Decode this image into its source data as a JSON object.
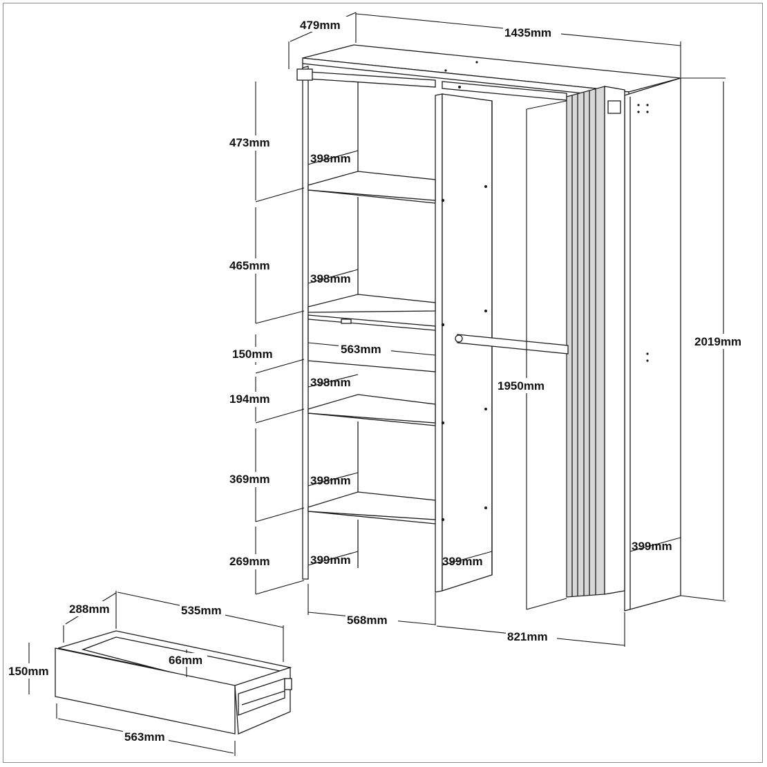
{
  "colors": {
    "line": "#1a1a1a",
    "background": "#ffffff",
    "frame": "#8a8a8a"
  },
  "wardrobe": {
    "overall_width": "1435mm",
    "depth": "479mm",
    "overall_height": "2019mm",
    "hanging_height": "1950mm",
    "left_section": {
      "compartment_heights": [
        "473mm",
        "465mm",
        "150mm",
        "194mm",
        "369mm",
        "269mm"
      ],
      "shelf_depths": [
        "398mm",
        "398mm",
        "398mm",
        "398mm"
      ],
      "side_depth": "399mm",
      "drawer_width": "563mm",
      "width": "568mm"
    },
    "right_section": {
      "divider_depth": "399mm",
      "side_depth": "399mm",
      "width": "821mm"
    }
  },
  "drawer": {
    "depth": "288mm",
    "inner_width": "535mm",
    "inner_height": "66mm",
    "height": "150mm",
    "front_width": "563mm"
  }
}
